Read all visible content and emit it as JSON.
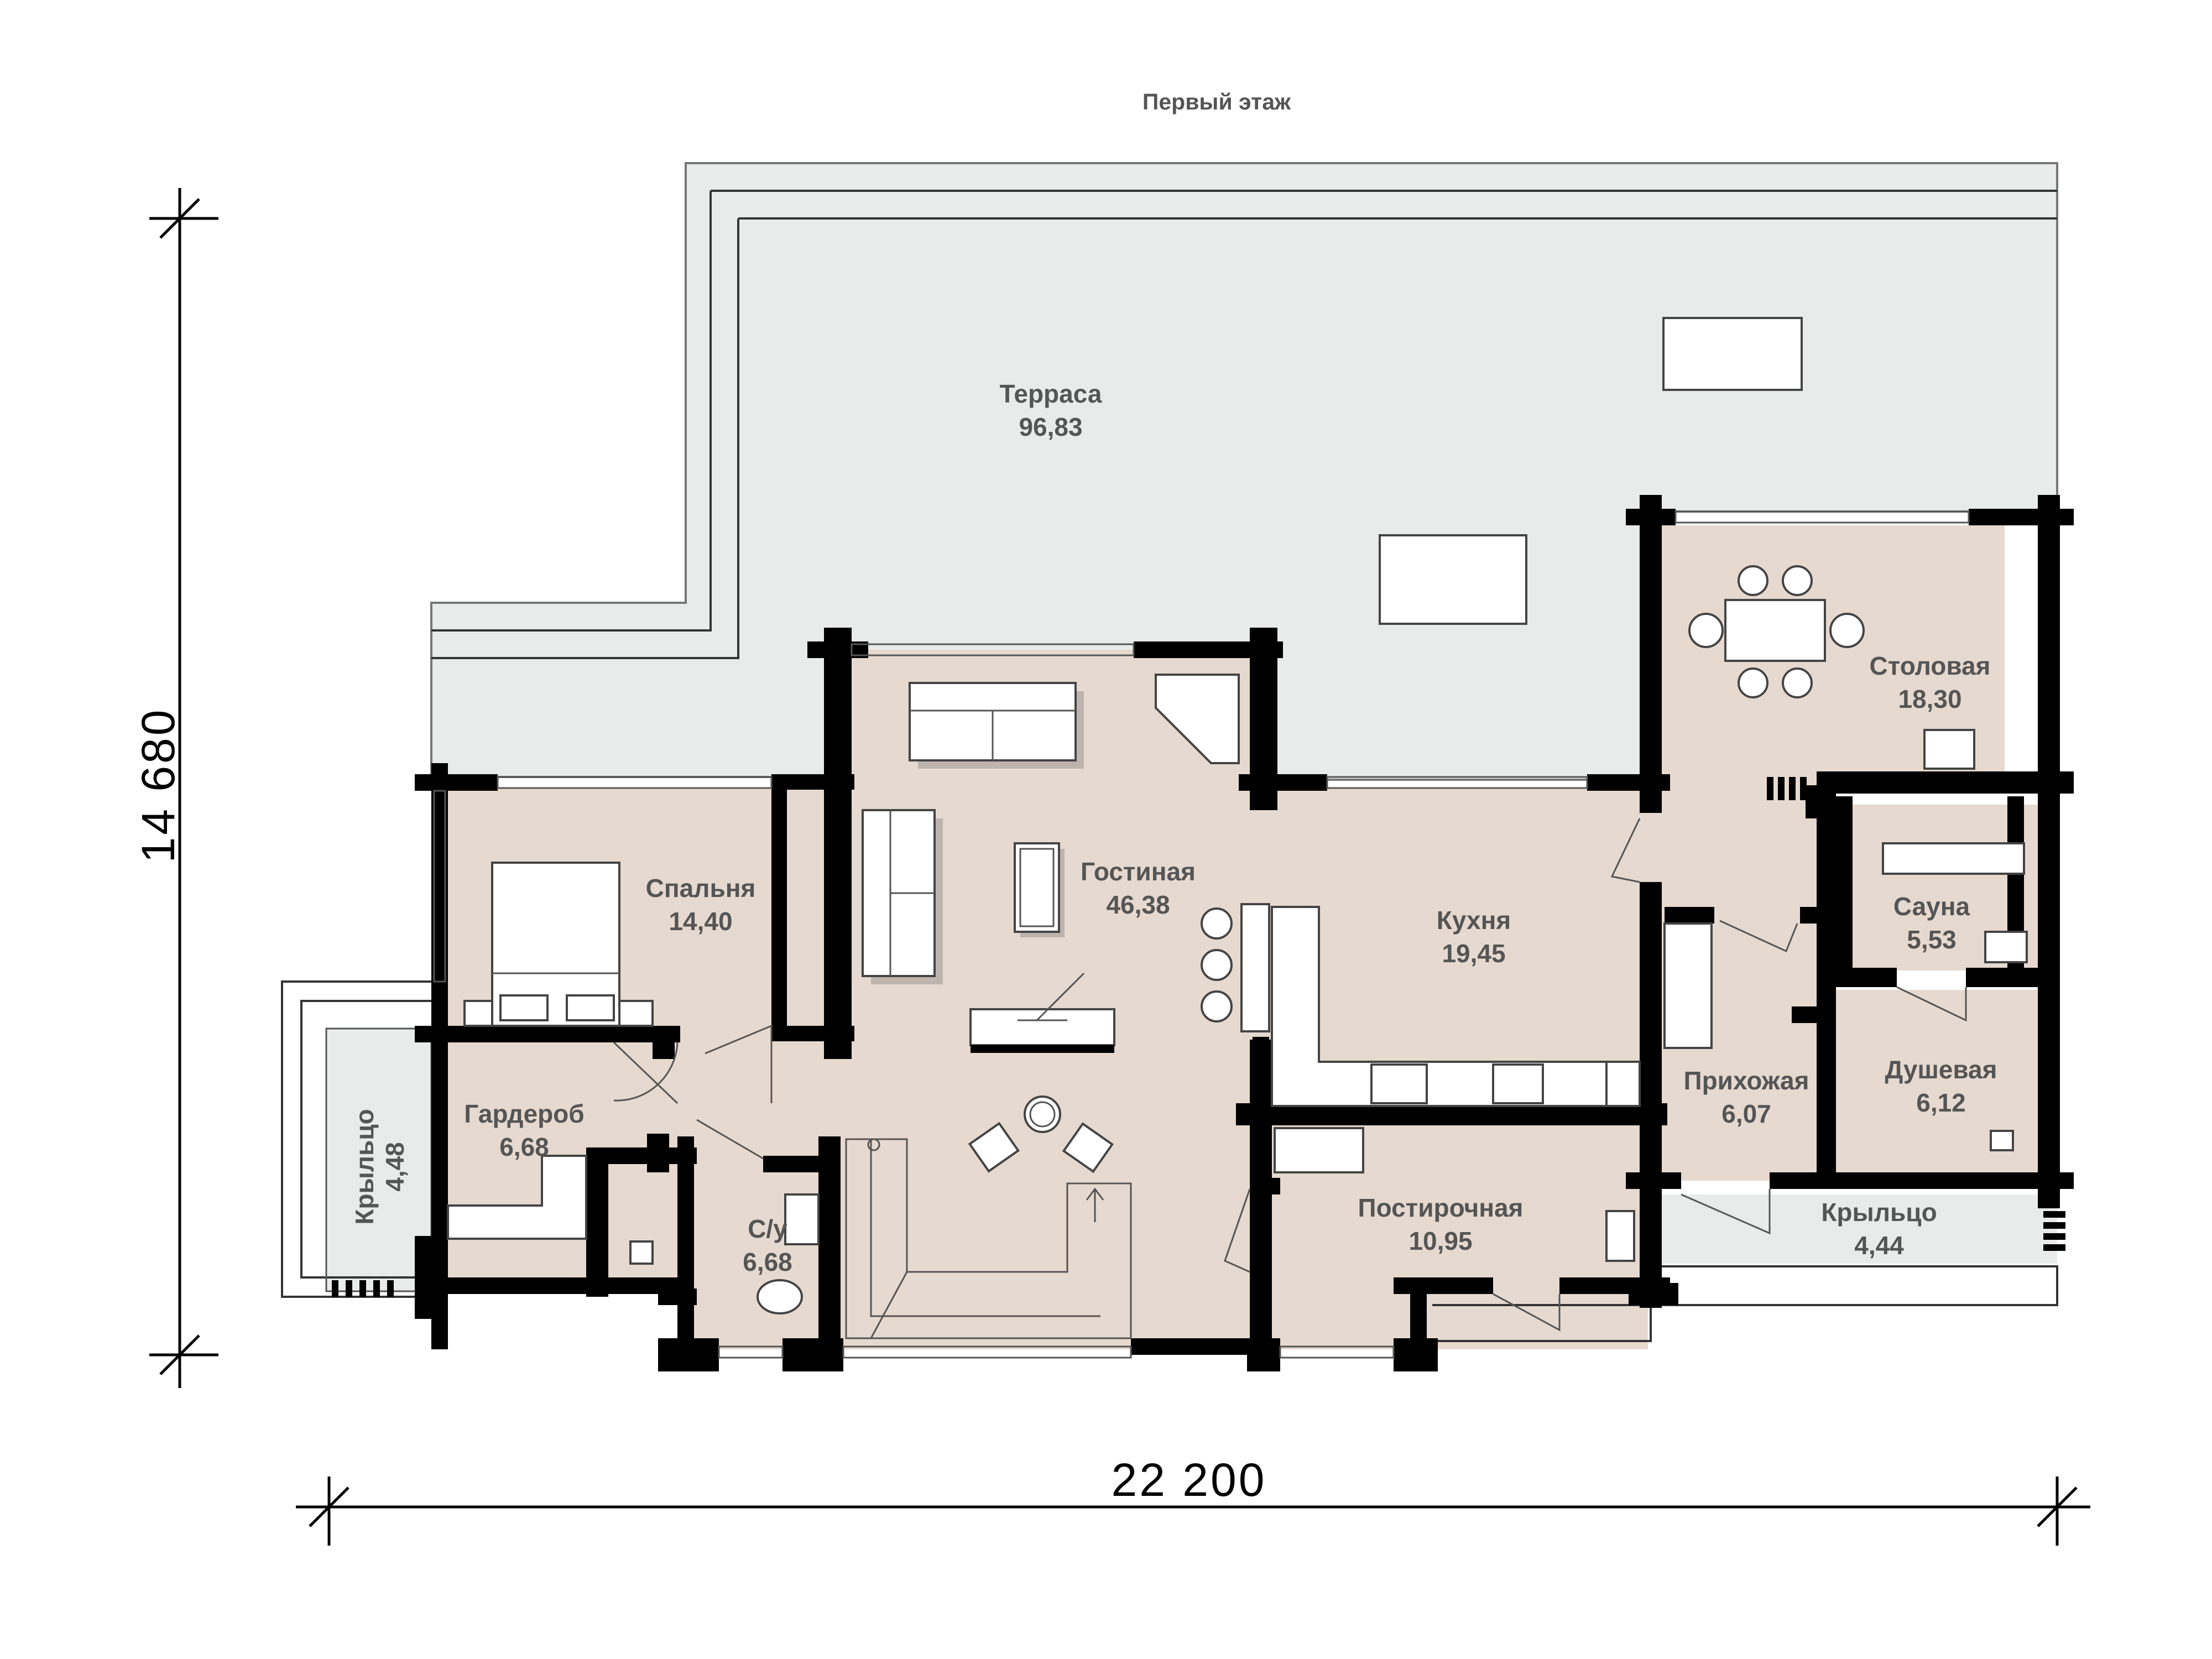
{
  "title": "Первый этаж",
  "dimensions": {
    "height_label": "14 680",
    "width_label": "22 200"
  },
  "rooms": [
    {
      "name": "Терраса",
      "area": "96,83"
    },
    {
      "name": "Столовая",
      "area": "18,30"
    },
    {
      "name": "Спальня",
      "area": "14,40"
    },
    {
      "name": "Гостиная",
      "area": "46,38"
    },
    {
      "name": "Кухня",
      "area": "19,45"
    },
    {
      "name": "Сауна",
      "area": "5,53"
    },
    {
      "name": "Гардероб",
      "area": "6,68"
    },
    {
      "name": "Прихожая",
      "area": "6,07"
    },
    {
      "name": "Душевая",
      "area": "6,12"
    },
    {
      "name": "Крыльцо",
      "area": "4,48"
    },
    {
      "name": "С/у",
      "area": "6,68"
    },
    {
      "name": "Постирочная",
      "area": "10,95"
    },
    {
      "name": "Крыльцо",
      "area": "4,44"
    }
  ],
  "colors": {
    "walls": "#000000",
    "floor": "#e6d9cf",
    "terrace": "#e9ebeb",
    "text": "#555555"
  }
}
